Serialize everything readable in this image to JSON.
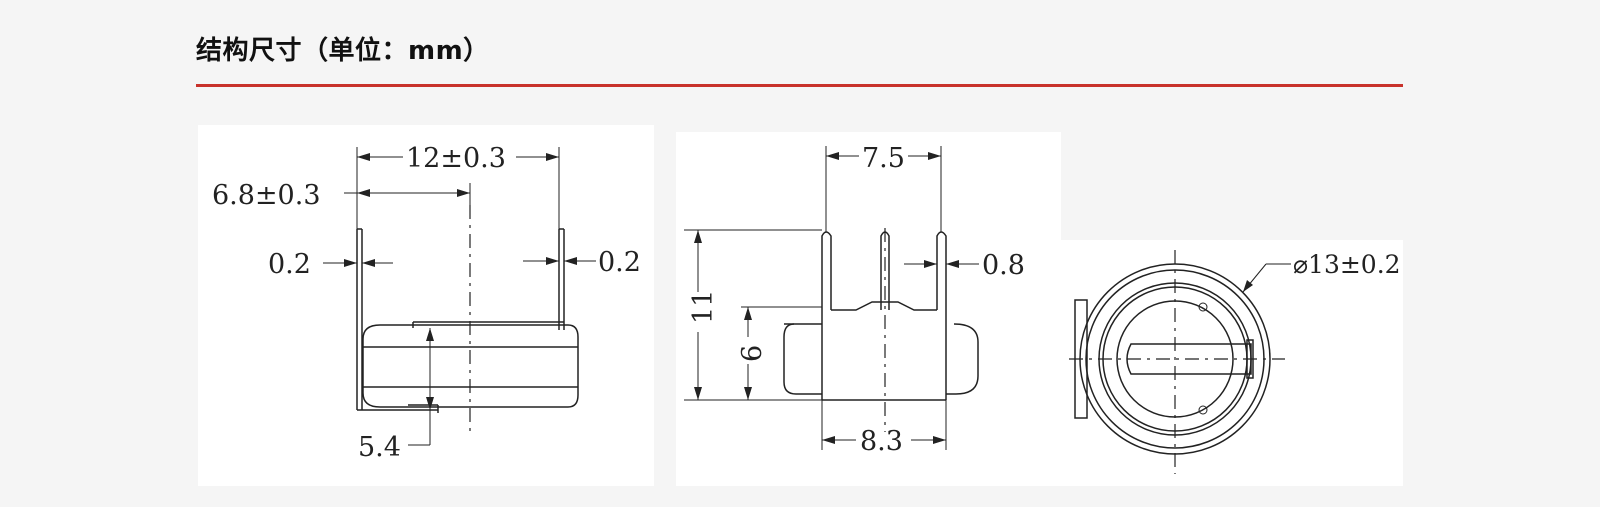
{
  "section": {
    "title": "结构尺寸（单位：mm）",
    "accent_color": "#c8322b"
  },
  "drawings": {
    "side_view": {
      "dim_total_width": "12±0.3",
      "dim_pin_offset": "6.8±0.3",
      "dim_pin_thickness_left": "0.2",
      "dim_pin_thickness_right": "0.2",
      "dim_body_height": "5.4"
    },
    "front_view": {
      "dim_pin_spacing": "7.5",
      "dim_total_height": "11",
      "dim_body_height": "6",
      "dim_pin_width": "0.8",
      "dim_base_width": "8.3"
    },
    "top_view": {
      "dim_diameter": "⌀13±0.2"
    }
  }
}
